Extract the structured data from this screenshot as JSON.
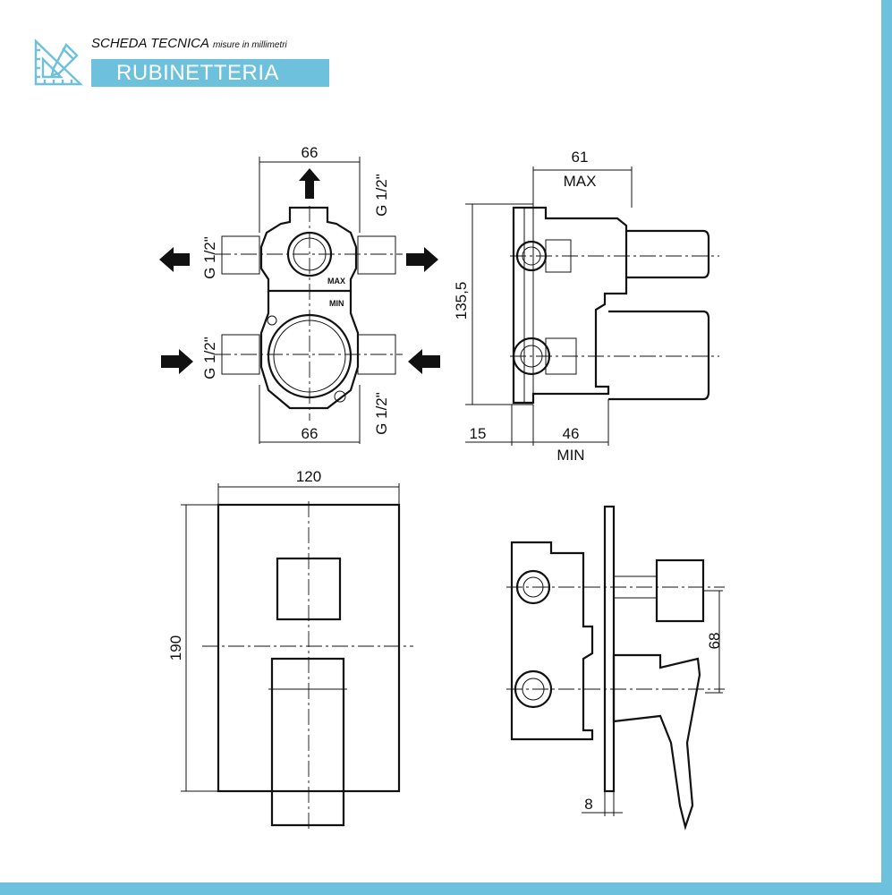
{
  "header": {
    "title": "SCHEDA TECNICA",
    "subtitle": "misure in millimetri",
    "banner": "RUBINETTERIA",
    "icon": "ruler-pencil-icon",
    "accent_color": "#6ec1dc"
  },
  "front_body": {
    "top_width": "66",
    "bottom_width": "66",
    "thread_labels": [
      "G 1/2\"",
      "G 1/2\"",
      "G 1/2\"",
      "G 1/2\""
    ],
    "max_label": "MAX",
    "min_label": "MIN"
  },
  "side_body": {
    "depth": "61",
    "depth_label": "MAX",
    "height": "135,5",
    "offset": "15",
    "min_depth": "46",
    "min_depth_label": "MIN"
  },
  "plate": {
    "width": "120",
    "height": "190"
  },
  "side_mixer": {
    "spacing": "68",
    "plate_thickness": "8"
  }
}
